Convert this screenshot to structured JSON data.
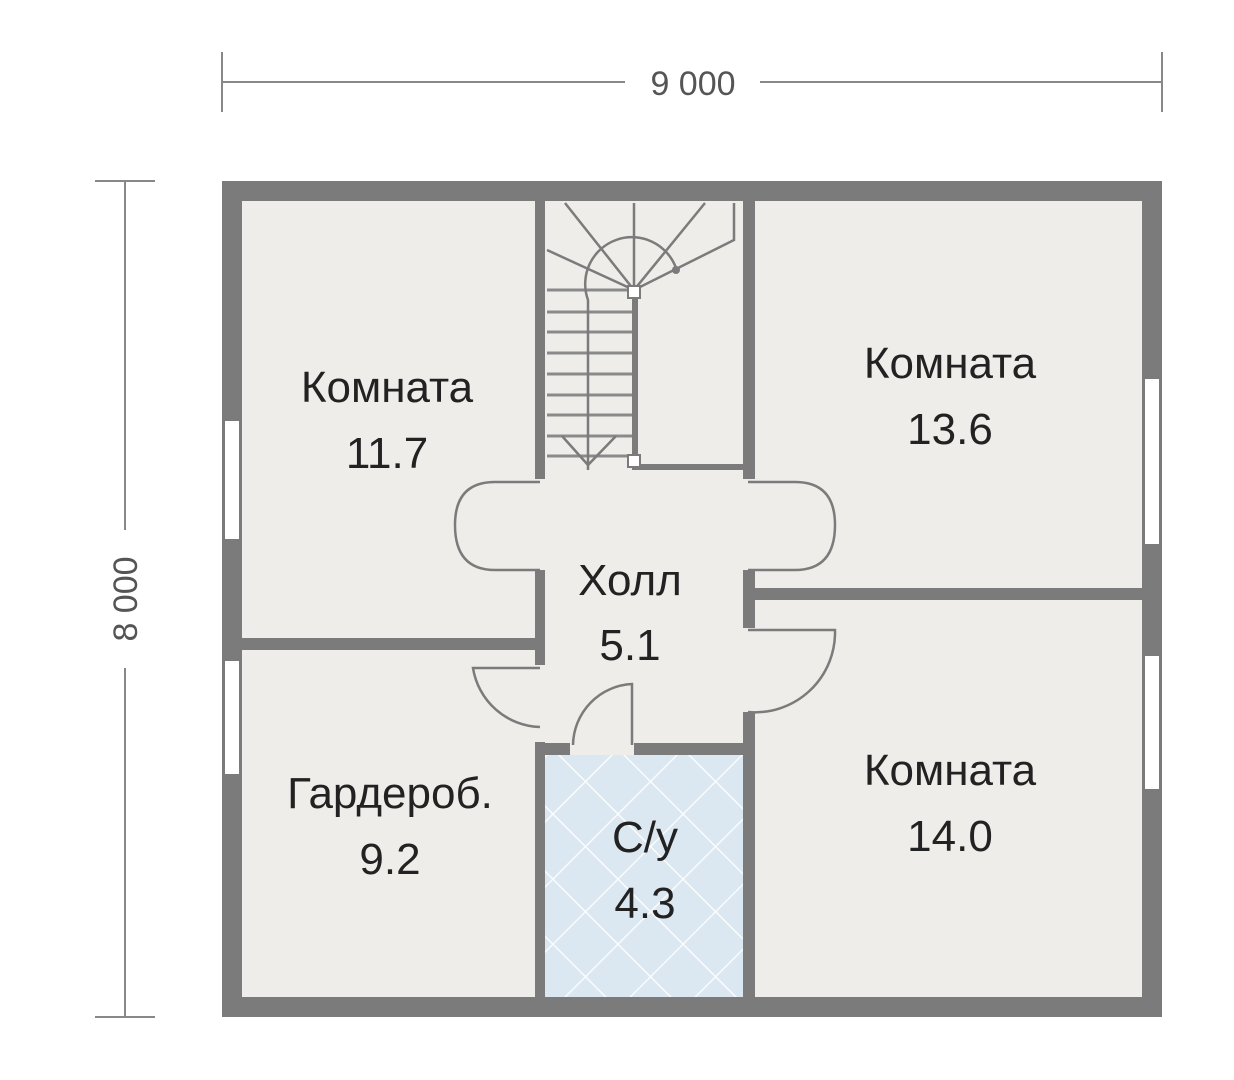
{
  "dimensions": {
    "width": "9 000",
    "height": "8 000"
  },
  "rooms": [
    {
      "name": "Комната",
      "area": "11.7"
    },
    {
      "name": "Комната",
      "area": "13.6"
    },
    {
      "name": "Холл",
      "area": "5.1"
    },
    {
      "name": "Гардероб.",
      "area": "9.2"
    },
    {
      "name": "С/у",
      "area": "4.3"
    },
    {
      "name": "Комната",
      "area": "14.0"
    }
  ],
  "colors": {
    "wall": "#7b7b7b",
    "floor": "#efedea",
    "bathroom": "#dce8f1"
  }
}
